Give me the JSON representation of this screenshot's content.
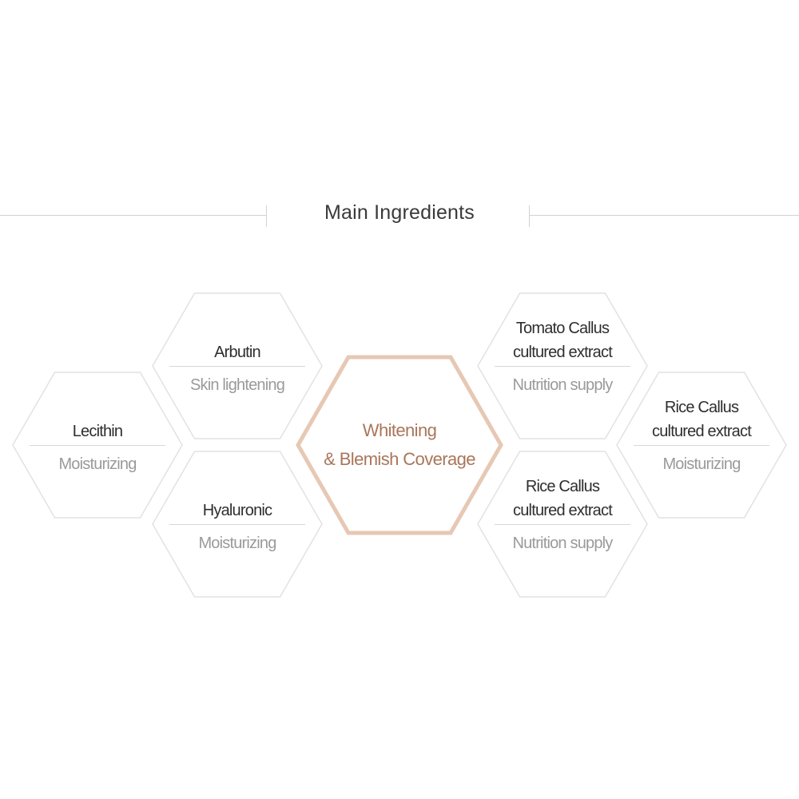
{
  "header": {
    "title": "Main Ingredients"
  },
  "center": {
    "label": "Whitening\n& Blemish Coverage",
    "color": "#e6c8b4"
  },
  "ingredients": [
    {
      "name": "Arbutin",
      "benefit": "Skin lightening"
    },
    {
      "name": "Lecithin",
      "benefit": "Moisturizing"
    },
    {
      "name": "Hyaluronic",
      "benefit": "Moisturizing"
    },
    {
      "name": "Tomato Callus\ncultured extract",
      "benefit": "Nutrition supply"
    },
    {
      "name": "Rice Callus\ncultured extract",
      "benefit": "Moisturizing"
    },
    {
      "name": "Rice Callus\ncultured extract",
      "benefit": "Nutrition supply"
    }
  ]
}
